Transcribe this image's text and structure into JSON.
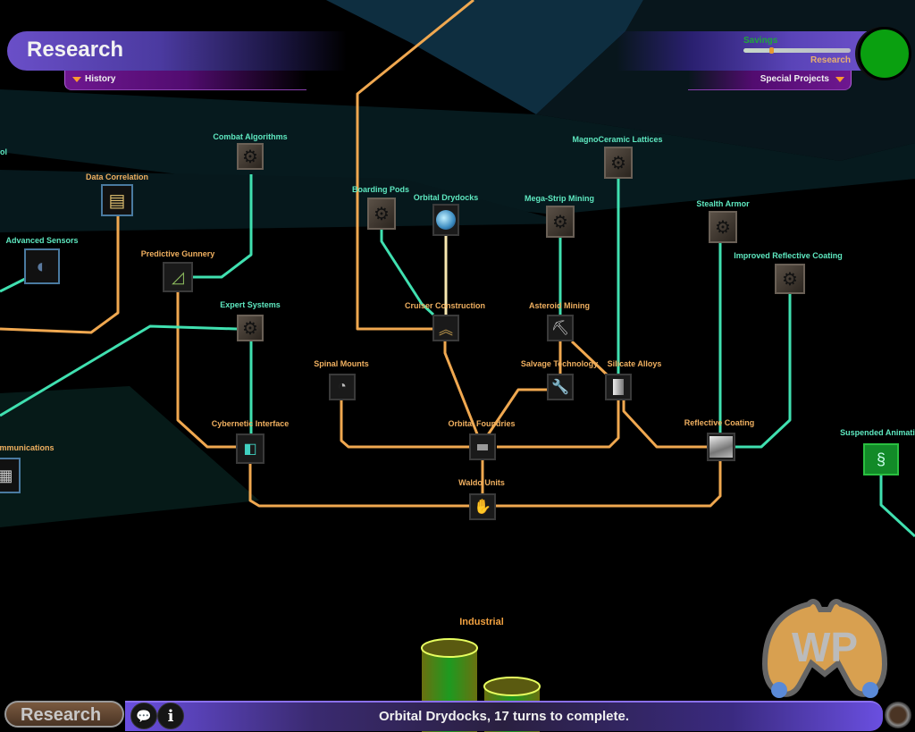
{
  "header": {
    "title": "Research",
    "history_label": "History",
    "special_projects_label": "Special Projects",
    "savings_label": "Savings",
    "research_label": "Research",
    "slider_value": 0.25,
    "status_color": "#0aa010"
  },
  "tech_tree": {
    "category_label": "Industrial",
    "colors": {
      "available": "#5ee8c0",
      "researched": "#f0b060"
    },
    "nodes": [
      {
        "id": "ol",
        "label": "ol",
        "state": "available",
        "icon": "partial-label"
      },
      {
        "id": "combat_algorithms",
        "label": "Combat Algorithms",
        "state": "available",
        "icon": "gear-icon"
      },
      {
        "id": "data_correlation",
        "label": "Data Correlation",
        "state": "researched",
        "icon": "documents-icon"
      },
      {
        "id": "advanced_sensors",
        "label": "Advanced Sensors",
        "state": "available",
        "icon": "satellite-dish-icon"
      },
      {
        "id": "predictive_gunnery",
        "label": "Predictive Gunnery",
        "state": "researched",
        "icon": "trajectory-icon"
      },
      {
        "id": "expert_systems",
        "label": "Expert Systems",
        "state": "available",
        "icon": "gear-icon"
      },
      {
        "id": "communications",
        "label": "mmunications",
        "state": "researched",
        "icon": "screen-icon"
      },
      {
        "id": "cybernetic_interface",
        "label": "Cybernetic Interface",
        "state": "researched",
        "icon": "device-icon"
      },
      {
        "id": "boarding_pods",
        "label": "Boarding Pods",
        "state": "available",
        "icon": "gear-icon"
      },
      {
        "id": "orbital_drydocks",
        "label": "Orbital Drydocks",
        "state": "available",
        "icon": "planet-icon"
      },
      {
        "id": "mega_strip_mining",
        "label": "Mega-Strip Mining",
        "state": "available",
        "icon": "gear-icon"
      },
      {
        "id": "magnoceramic_lattices",
        "label": "MagnoCeramic Lattices",
        "state": "available",
        "icon": "gear-icon"
      },
      {
        "id": "stealth_armor",
        "label": "Stealth Armor",
        "state": "available",
        "icon": "gear-icon"
      },
      {
        "id": "improved_reflective_coating",
        "label": "Improved Reflective Coating",
        "state": "available",
        "icon": "gear-icon"
      },
      {
        "id": "cruiser_construction",
        "label": "Cruiser Construction",
        "state": "researched",
        "icon": "rank-chevrons-icon"
      },
      {
        "id": "asteroid_mining",
        "label": "Asteroid Mining",
        "state": "researched",
        "icon": "pickaxe-icon"
      },
      {
        "id": "spinal_mounts",
        "label": "Spinal Mounts",
        "state": "researched",
        "icon": "cannon-icon"
      },
      {
        "id": "salvage_technology",
        "label": "Salvage Technology",
        "state": "researched",
        "icon": "wrench-icon"
      },
      {
        "id": "silicate_alloys",
        "label": "Silicate Alloys",
        "state": "researched",
        "icon": "metal-plate-icon"
      },
      {
        "id": "orbital_foundries",
        "label": "Orbital Foundries",
        "state": "researched",
        "icon": "ingot-icon"
      },
      {
        "id": "reflective_coating",
        "label": "Reflective Coating",
        "state": "researched",
        "icon": "reflective-panel-icon"
      },
      {
        "id": "waldo_units",
        "label": "Waldo Units",
        "state": "researched",
        "icon": "hand-icon"
      },
      {
        "id": "suspended_animation",
        "label": "Suspended Animati",
        "state": "available",
        "icon": "dna-icon"
      }
    ]
  },
  "footer": {
    "research_button_label": "Research",
    "status_text": "Orbital Drydocks, 17 turns to complete.",
    "info_glyph": "i",
    "logo_text": "WP"
  }
}
